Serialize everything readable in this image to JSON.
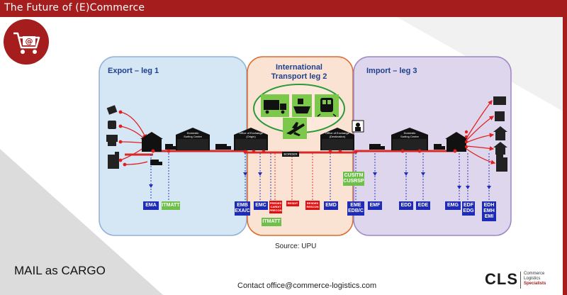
{
  "header": {
    "title": "The Future of (E)Commerce"
  },
  "logo": {
    "icon": "shopping-cart-email-icon"
  },
  "diagram": {
    "legs": [
      {
        "label": "Export – leg 1"
      },
      {
        "label": "International\nTransport leg 2",
        "line1": "International",
        "line2": "Transport leg 2"
      },
      {
        "label": "Import – leg 3"
      }
    ],
    "facilities": {
      "domestic_origin": "Domestic Sorting Centre",
      "ooe_origin": "Office of Exchange (Origin)",
      "ooe_dest": "Office of Exchange (Destination)",
      "domestic_dest": "Domestic Sorting Centre",
      "border": "BORDER"
    },
    "codes": {
      "ema": "EMA",
      "itmatt_1": "ITMATT",
      "emb_line1": "EMB",
      "emb_line2": "EXA/C",
      "emc": "EMC",
      "predes": "PREDES CARDIT PRECON",
      "resdit": "RESDIT",
      "resdes": "RESDES RESCON",
      "emd": "EMD",
      "itmatt_2": "ITMATT",
      "cusitm_line1": "CUSITM",
      "cusitm_line2": "CUSRSP",
      "eme_line1": "EME",
      "eme_line2": "EDB/C",
      "emf": "EMF",
      "edd": "EDD",
      "ede": "EDE",
      "emg": "EMG",
      "edf_line1": "EDF",
      "edf_line2": "EDG",
      "edh_line1": "EDH",
      "edh_line2": "EMH",
      "edh_line3": "EMI"
    },
    "source": "Source: UPU"
  },
  "footer": {
    "left_title": "MAIL as CARGO",
    "contact": "Contact office@commerce-logistics.com",
    "brand": "CLS",
    "brand_sub1": "Commerce",
    "brand_sub2": "Logistics",
    "brand_sub3": "Specialists"
  },
  "colors": {
    "brand_red": "#a61d1d",
    "export_bg": "#d5e6f4",
    "transport_bg": "#fbe3d4",
    "import_bg": "#ded6ec",
    "code_blue": "#1e2bb8",
    "code_green": "#6fc04a",
    "code_red": "#e01010"
  }
}
